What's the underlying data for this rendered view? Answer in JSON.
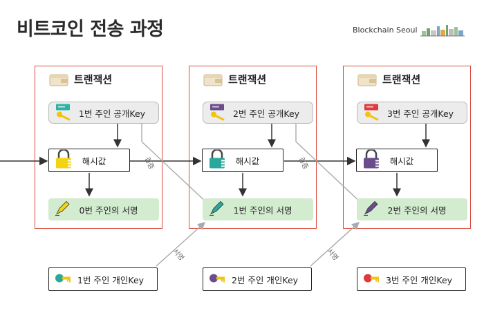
{
  "title": "비트코인 전송 과정",
  "brand": {
    "text": "Blockchain Seoul"
  },
  "transactions": [
    {
      "header": "트랜잭션",
      "pubkey": "1번 주인 공개Key",
      "hash": "해시값",
      "signature": "0번 주인의 서명",
      "key_color": "#2bb3a5",
      "lock_color": "#f2d414",
      "pen_color": "#f2d414"
    },
    {
      "header": "트랜잭션",
      "pubkey": "2번 주인 공개Key",
      "hash": "해시값",
      "signature": "1번 주인의 서명",
      "key_color": "#6b4c8c",
      "lock_color": "#2aa89b",
      "pen_color": "#2aa89b"
    },
    {
      "header": "트랜잭션",
      "pubkey": "3번 주인 공개Key",
      "hash": "해시값",
      "signature": "2번 주인의 서명",
      "key_color": "#e03a3a",
      "lock_color": "#6b4c8c",
      "pen_color": "#6b4c8c"
    }
  ],
  "private_keys": [
    {
      "label": "1번 주인 개인Key",
      "color": "#2aa89b"
    },
    {
      "label": "2번 주인 개인Key",
      "color": "#6b4c8c"
    },
    {
      "label": "3번 주인 개인Key",
      "color": "#e03a3a"
    }
  ],
  "labels": {
    "verify": "검증",
    "sign": "서명"
  }
}
